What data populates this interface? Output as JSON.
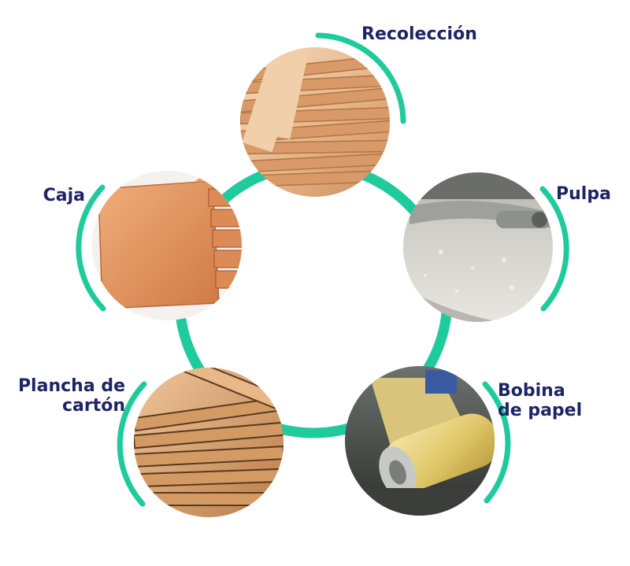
{
  "diagram": {
    "accent_color": "#1fcb9c",
    "label_color": "#1e2566",
    "stages": [
      {
        "id": "recoleccion",
        "label_lines": [
          "Recolección"
        ],
        "image": "stacked-cardboard-scraps-icon",
        "tones": [
          "#c98a57",
          "#e8b98d",
          "#f3d3b4"
        ]
      },
      {
        "id": "pulpa",
        "label_lines": [
          "Pulpa"
        ],
        "image": "paper-pulp-vat-icon",
        "tones": [
          "#8e8c86",
          "#c9c7c1",
          "#e6e4df"
        ]
      },
      {
        "id": "bobina",
        "label_lines": [
          "Bobina",
          "de papel"
        ],
        "image": "paper-reel-machine-icon",
        "tones": [
          "#3c3f3b",
          "#d8bf5e",
          "#f1df92"
        ]
      },
      {
        "id": "plancha",
        "label_lines": [
          "Plancha de",
          "cartón"
        ],
        "image": "corrugated-board-sheets-icon",
        "tones": [
          "#a86d3c",
          "#d59c67",
          "#eec39a"
        ]
      },
      {
        "id": "caja",
        "label_lines": [
          "Caja"
        ],
        "image": "cardboard-box-icon",
        "tones": [
          "#b7683a",
          "#d88853",
          "#eeaa76"
        ]
      }
    ]
  }
}
